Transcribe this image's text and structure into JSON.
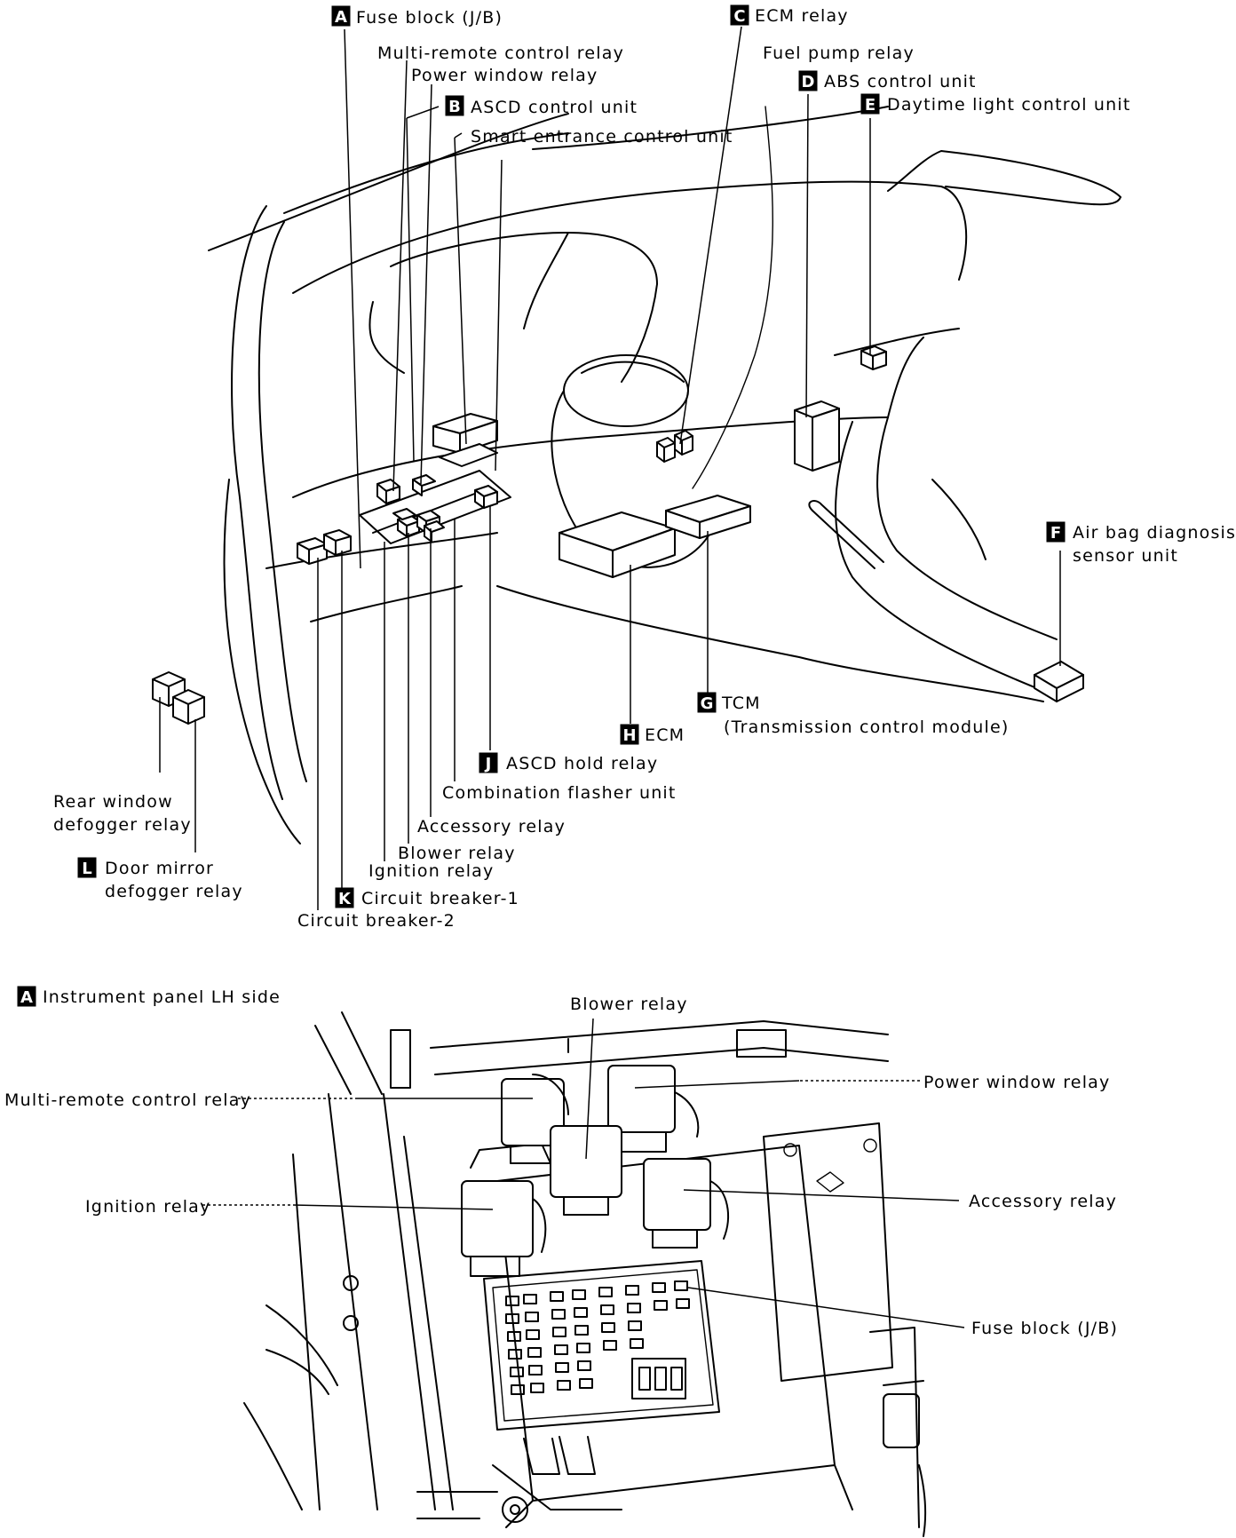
{
  "top_view": {
    "callouts": {
      "a_fuse_block": {
        "letter": "A",
        "text": "Fuse block (J/B)"
      },
      "multi_remote": {
        "text": "Multi-remote control relay"
      },
      "power_window": {
        "text": "Power window relay"
      },
      "b_ascd": {
        "letter": "B",
        "text": "ASCD control unit"
      },
      "smart_entrance": {
        "text": "Smart entrance control unit"
      },
      "c_ecm_relay": {
        "letter": "C",
        "text": "ECM relay"
      },
      "fuel_pump": {
        "text": "Fuel pump relay"
      },
      "d_abs": {
        "letter": "D",
        "text": "ABS control unit"
      },
      "e_daytime": {
        "letter": "E",
        "text": "Daytime light control unit"
      },
      "f_airbag": {
        "letter": "F",
        "text_line1": "Air bag diagnosis",
        "text_line2": "sensor unit"
      },
      "g_tcm": {
        "letter": "G",
        "text_line1": "TCM",
        "text_line2": "(Transmission control module)"
      },
      "h_ecm": {
        "letter": "H",
        "text": "ECM"
      },
      "j_ascd_hold": {
        "letter": "J",
        "text": "ASCD hold relay"
      },
      "combination_flasher": {
        "text": "Combination flasher unit"
      },
      "accessory": {
        "text": "Accessory relay"
      },
      "blower": {
        "text": "Blower relay"
      },
      "ignition": {
        "text": "Ignition relay"
      },
      "k_cb1": {
        "letter": "K",
        "text": "Circuit breaker-1"
      },
      "cb2": {
        "text": "Circuit breaker-2"
      },
      "rear_defogger": {
        "text_line1": "Rear window",
        "text_line2": "defogger relay"
      },
      "l_door_mirror": {
        "letter": "L",
        "text_line1": "Door mirror",
        "text_line2": "defogger relay"
      }
    }
  },
  "detail_view": {
    "title": {
      "letter": "A",
      "text": "Instrument panel LH side"
    },
    "callouts": {
      "blower": {
        "text": "Blower relay"
      },
      "power_window": {
        "text": "Power window relay"
      },
      "multi_remote": {
        "text": "Multi-remote control relay"
      },
      "ignition": {
        "text": "Ignition relay"
      },
      "accessory": {
        "text": "Accessory relay"
      },
      "fuse_block": {
        "text": "Fuse block (J/B)"
      }
    }
  }
}
